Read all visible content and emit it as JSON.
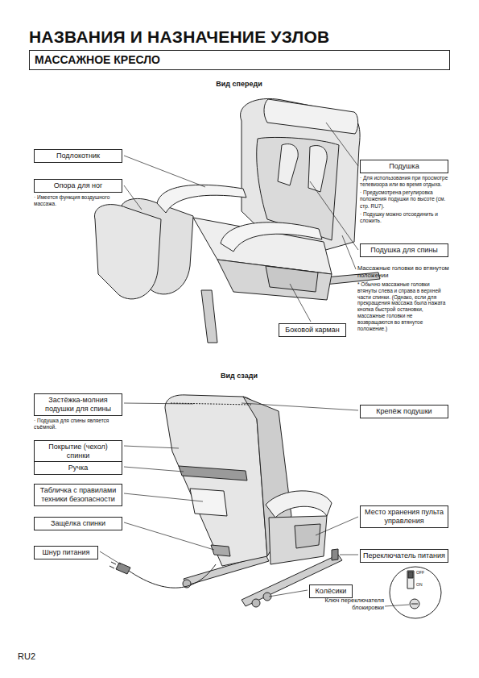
{
  "diagram": {
    "title": "НАЗВАНИЯ И НАЗНАЧЕНИЕ УЗЛОВ",
    "nodes": [
      {
        "text": [
          "МАССАЖНОЕ КРЕСЛО"
        ]
      },
      {
        "text": [
          "Подлокотник"
        ]
      },
      {
        "text": [
          "Опора для ног",
          "· Имеется функция воздушного массажа."
        ]
      },
      {
        "text": [
          "Подушка",
          "· Для использования при просмотре телевизора или во время отдыха.",
          "· Предусмотрена регулировка положения подушки по высоте (см. стр. RU7).",
          "· Подушку можно отсоединить и сложить."
        ]
      },
      {
        "text": [
          "Подушка для спины"
        ]
      },
      {
        "text": [
          "Боковой карман"
        ]
      },
      {
        "text": [
          "Застёжка-молния подушки для спины",
          "· Подушка для спины является съёмной."
        ]
      },
      {
        "text": [
          "Крепёж подушки"
        ]
      },
      {
        "text": [
          "Покрытие (чехол) спинки"
        ]
      },
      {
        "text": [
          "Ручка"
        ]
      },
      {
        "text": [
          "Табличка с правилами техники безопасности"
        ]
      },
      {
        "text": [
          "Место хранения пульта управления"
        ]
      },
      {
        "text": [
          "Защёлка спинки"
        ]
      },
      {
        "text": [
          "Шнур питания"
        ]
      },
      {
        "text": [
          "Переключатель питания"
        ]
      },
      {
        "text": [
          "Колёсики"
        ]
      }
    ],
    "labels": [
      "Вид спереди",
      "Массажные головки во втянутом положении",
      "* Обычно массажные головки втянуты слева и справа в верхней части спинки. (Однако, если для прекращения массажа была нажата кнопка быстрой остановки, массажные головки не возвращаются во втянутое положение.)",
      "Вид сзади",
      "OFF",
      "ON",
      "Ключ переключателя блокировки",
      "RU2"
    ]
  }
}
